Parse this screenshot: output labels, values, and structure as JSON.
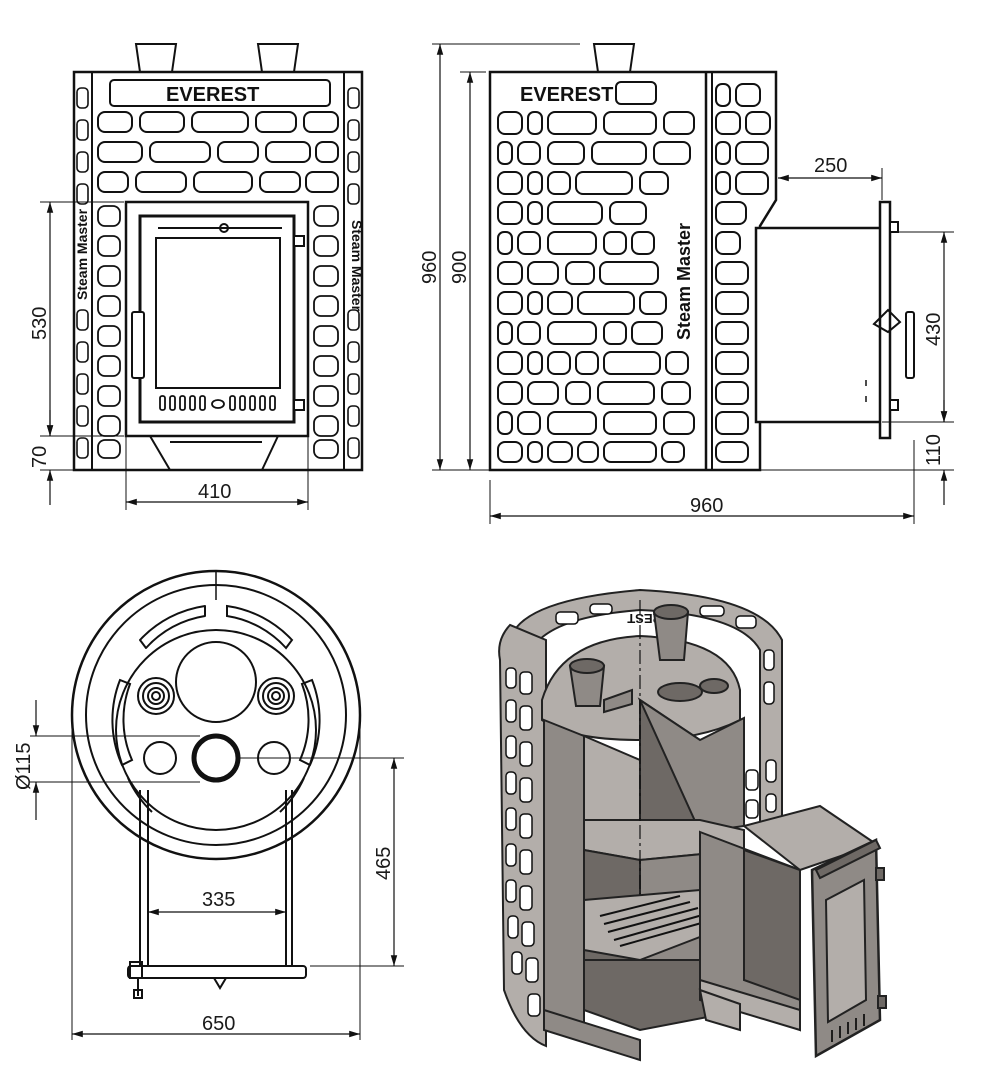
{
  "front_view": {
    "brand": "EVEREST",
    "side_label": "Steam Master",
    "dims": {
      "height_door": "530",
      "base_gap": "70",
      "width_door": "410"
    }
  },
  "side_view": {
    "brand": "EVEREST",
    "side_label": "Steam Master",
    "dims": {
      "total_height": "960",
      "body_height": "900",
      "tunnel_length": "250",
      "tunnel_height": "430",
      "tunnel_base": "110",
      "total_length": "960"
    }
  },
  "top_view": {
    "dims": {
      "flue_diameter": "Ø115",
      "depth": "465",
      "leg_spacing": "335",
      "diameter": "650"
    }
  },
  "iso_view": {
    "brand": "EVEREST"
  },
  "colors": {
    "line": "#111111",
    "metal": "#8f8a86",
    "background": "#ffffff"
  }
}
